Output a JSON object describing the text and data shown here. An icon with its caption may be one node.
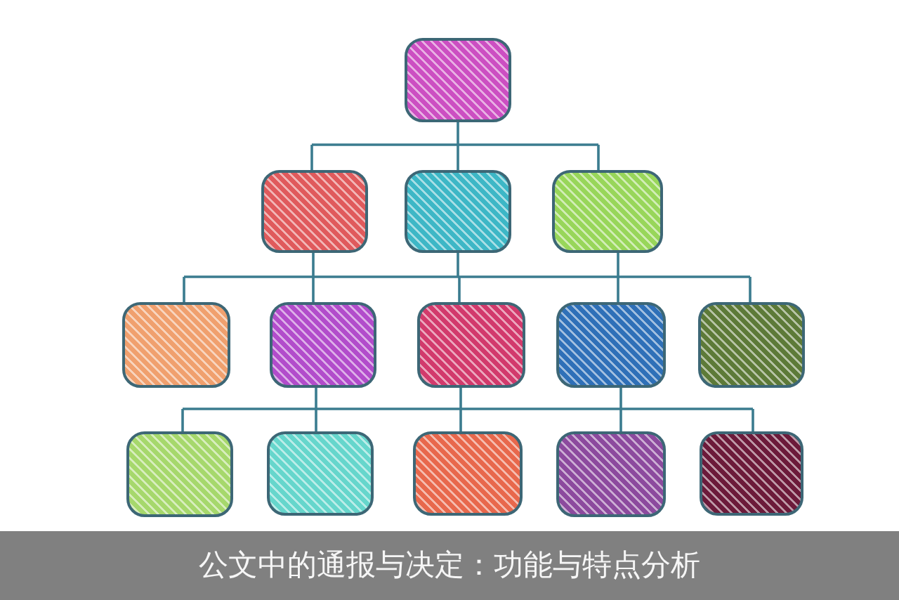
{
  "diagram": {
    "caption": "公文中的通报与决定：功能与特点分析",
    "nodes": [
      {
        "text": [],
        "shape": "box"
      },
      {
        "text": [],
        "shape": "box"
      },
      {
        "text": [],
        "shape": "box"
      },
      {
        "text": [],
        "shape": "box"
      },
      {
        "text": [],
        "shape": "box"
      },
      {
        "text": [],
        "shape": "box"
      },
      {
        "text": [],
        "shape": "box"
      },
      {
        "text": [],
        "shape": "box"
      },
      {
        "text": [],
        "shape": "box"
      },
      {
        "text": [],
        "shape": "box"
      },
      {
        "text": [],
        "shape": "box"
      },
      {
        "text": [],
        "shape": "box"
      },
      {
        "text": [],
        "shape": "box"
      },
      {
        "text": [],
        "shape": "box"
      }
    ],
    "edges": [
      {
        "from": 0,
        "to": 1,
        "arrow": "none"
      },
      {
        "from": 0,
        "to": 2,
        "arrow": "none"
      },
      {
        "from": 0,
        "to": 3,
        "arrow": "none"
      },
      {
        "from": 1,
        "to": 4,
        "arrow": "none"
      },
      {
        "from": 1,
        "to": 5,
        "arrow": "none"
      },
      {
        "from": 1,
        "to": 6,
        "arrow": "none"
      },
      {
        "from": 1,
        "to": 7,
        "arrow": "none"
      },
      {
        "from": 1,
        "to": 8,
        "arrow": "none"
      },
      {
        "from": 2,
        "to": 4,
        "arrow": "none"
      },
      {
        "from": 2,
        "to": 5,
        "arrow": "none"
      },
      {
        "from": 2,
        "to": 6,
        "arrow": "none"
      },
      {
        "from": 2,
        "to": 7,
        "arrow": "none"
      },
      {
        "from": 2,
        "to": 8,
        "arrow": "none"
      },
      {
        "from": 3,
        "to": 4,
        "arrow": "none"
      },
      {
        "from": 3,
        "to": 5,
        "arrow": "none"
      },
      {
        "from": 3,
        "to": 6,
        "arrow": "none"
      },
      {
        "from": 3,
        "to": 7,
        "arrow": "none"
      },
      {
        "from": 3,
        "to": 8,
        "arrow": "none"
      },
      {
        "from": 5,
        "to": 9,
        "arrow": "none"
      },
      {
        "from": 5,
        "to": 10,
        "arrow": "none"
      },
      {
        "from": 5,
        "to": 11,
        "arrow": "none"
      },
      {
        "from": 5,
        "to": 12,
        "arrow": "none"
      },
      {
        "from": 5,
        "to": 13,
        "arrow": "none"
      },
      {
        "from": 6,
        "to": 9,
        "arrow": "none"
      },
      {
        "from": 6,
        "to": 10,
        "arrow": "none"
      },
      {
        "from": 6,
        "to": 11,
        "arrow": "none"
      },
      {
        "from": 6,
        "to": 12,
        "arrow": "none"
      },
      {
        "from": 6,
        "to": 13,
        "arrow": "none"
      },
      {
        "from": 7,
        "to": 9,
        "arrow": "none"
      },
      {
        "from": 7,
        "to": 10,
        "arrow": "none"
      },
      {
        "from": 7,
        "to": 11,
        "arrow": "none"
      },
      {
        "from": 7,
        "to": 12,
        "arrow": "none"
      },
      {
        "from": 7,
        "to": 13,
        "arrow": "none"
      }
    ]
  }
}
